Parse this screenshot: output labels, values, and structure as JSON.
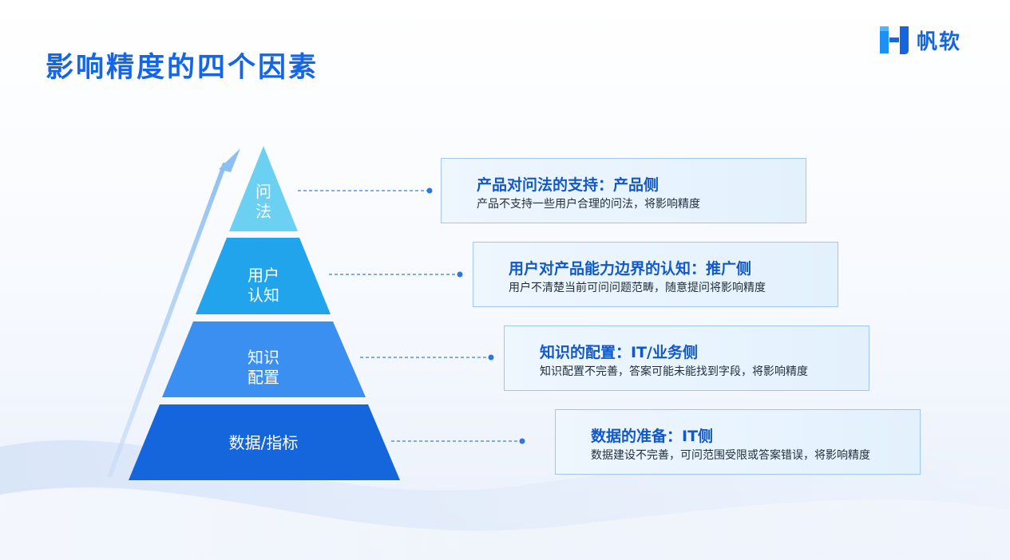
{
  "title": "影响精度的四个因素",
  "logo": {
    "text": "帆软",
    "icon": "fanruan-logo-icon",
    "color": "#1466e0"
  },
  "pyramid": {
    "arrow_icon": "up-arrow-icon",
    "tiers": [
      {
        "lines": [
          "问",
          "法"
        ],
        "color": "#6bd0f2"
      },
      {
        "lines": [
          "用户",
          "认知"
        ],
        "color": "#21a4ec"
      },
      {
        "lines": [
          "知识",
          "配置"
        ],
        "color": "#3b8ff0"
      },
      {
        "lines": [
          "数据/指标"
        ],
        "color": "#1566dc"
      }
    ]
  },
  "factors": [
    {
      "title": "产品对问法的支持：产品侧",
      "desc": "产品不支持一些用户合理的问法，将影响精度"
    },
    {
      "title": "用户对产品能力边界的认知：推广侧",
      "desc": "用户不清楚当前可问问题范畴，随意提问将影响精度"
    },
    {
      "title": "知识的配置：IT/业务侧",
      "desc": "知识配置不完善，答案可能未能找到字段，将影响精度"
    },
    {
      "title": "数据的准备：IT侧",
      "desc": "数据建设不完善，可问范围受限或答案错误，将影响精度"
    }
  ],
  "colors": {
    "title": "#1565e8",
    "box_border": "#9fc7ef",
    "connector": "#3a7fd8"
  }
}
